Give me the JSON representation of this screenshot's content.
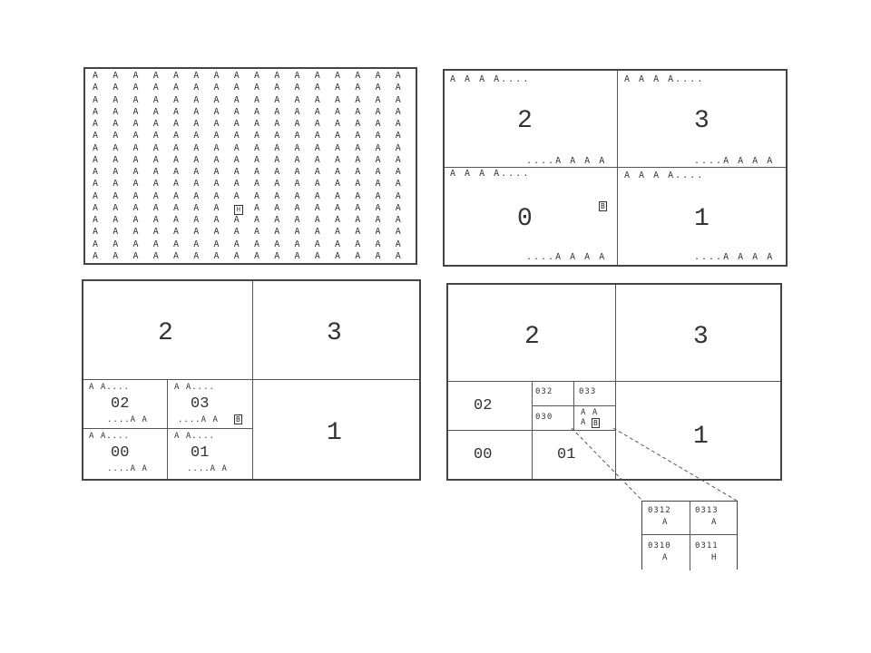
{
  "glyph_A": "A",
  "glyph_B": "B",
  "glyph_H": "H",
  "grid": {
    "rows": 16,
    "cols": 16,
    "marker_row": 11,
    "marker_col": 7
  },
  "panel_b": {
    "q2": "2",
    "q3": "3",
    "q0": "0",
    "q1": "1",
    "top_run": "A A A A....",
    "bottom_run": "....A A A A",
    "marker": "B"
  },
  "panel_c": {
    "q2": "2",
    "q3": "3",
    "q1": "1",
    "s02": "02",
    "s03": "03",
    "s00": "00",
    "s01": "01",
    "top_run": "A A....",
    "bottom_run": "....A A",
    "marker": "B"
  },
  "panel_d": {
    "q2": "2",
    "q3": "3",
    "q1": "1",
    "s02": "02",
    "s00": "00",
    "s01": "01",
    "s032": "032",
    "s033": "033",
    "s030": "030",
    "s031_top": "A A",
    "s031_bot_a": "A",
    "marker": "B"
  },
  "zoom": {
    "c0312": "0312",
    "c0313": "0313",
    "c0310": "0310",
    "c0311": "0311",
    "a": "A",
    "h": "H"
  }
}
